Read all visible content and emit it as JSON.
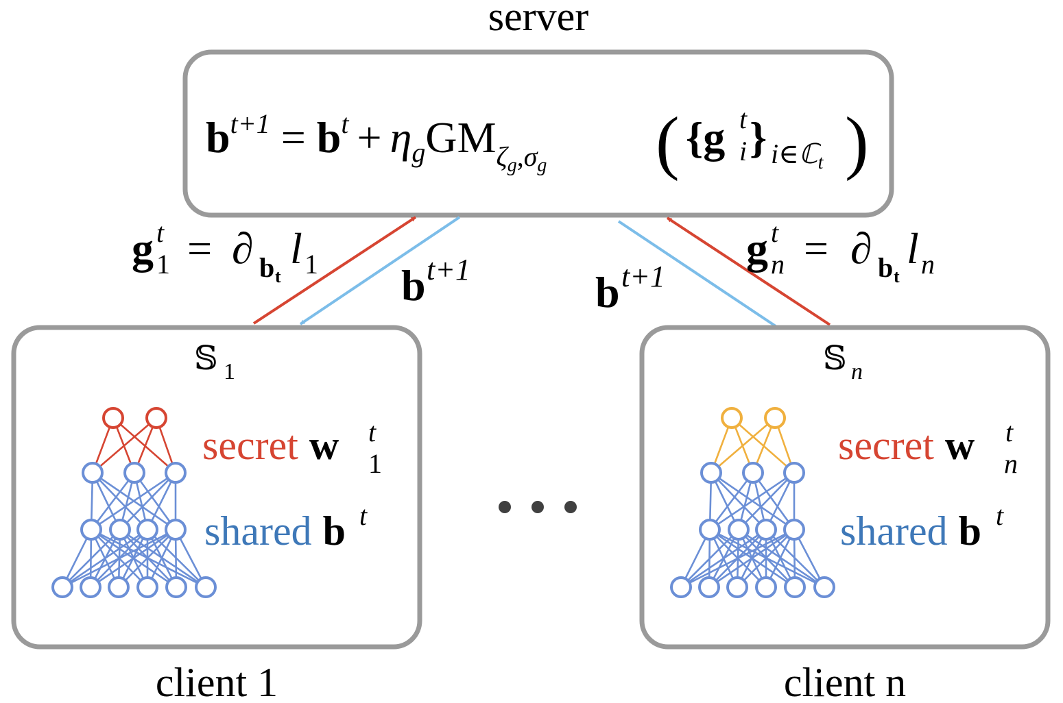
{
  "server": {
    "title": "server",
    "update_rule": {
      "b": "b",
      "t_plus_1": "t+1",
      "eq": "=",
      "b2": "b",
      "t": "t",
      "plus": "+",
      "eta": "η",
      "eta_sub": "g",
      "gm": "GM",
      "gm_sub": "ζ",
      "gm_sub_g1": "g",
      "gm_sub_comma": ",",
      "gm_sub_sigma": "σ",
      "gm_sub_g2": "g",
      "lparen": "(",
      "lbrace": "{",
      "g": "g",
      "g_sup": "t",
      "g_sub": "i",
      "rbrace": "}",
      "set_sub": "i∈ℂ",
      "set_sub_t": "t",
      "rparen": ")"
    }
  },
  "arrows": {
    "left_up": {
      "g": "g",
      "sup": "t",
      "sub": "1",
      "eq": "=",
      "partial": "∂",
      "partial_sub_b": "b",
      "partial_sub_t": "t",
      "l": "l",
      "l_sub": "1"
    },
    "left_down": {
      "b": "b",
      "sup": "t+1"
    },
    "right_down": {
      "b": "b",
      "sup": "t+1"
    },
    "right_up": {
      "g": "g",
      "sup": "t",
      "sub": "n",
      "eq": "=",
      "partial": "∂",
      "partial_sub_b": "b",
      "partial_sub_t": "t",
      "l": "l",
      "l_sub": "n"
    }
  },
  "clients": [
    {
      "name": "client 1",
      "dataset": "𝕊",
      "dataset_sub": "1",
      "secret_label": "secret",
      "secret_var": "w",
      "secret_sup": "t",
      "secret_sub": "1",
      "shared_label": "shared",
      "shared_var": "b",
      "shared_sup": "t"
    },
    {
      "name": "client n",
      "dataset": "𝕊",
      "dataset_sub": "n",
      "secret_label": "secret",
      "secret_var": "w",
      "secret_sup": "t",
      "secret_sub": "n",
      "shared_label": "shared",
      "shared_var": "b",
      "shared_sup": "t"
    }
  ],
  "ellipsis": "• • •",
  "colors": {
    "box_border": "#9a9a9a",
    "upload_arrow": "#d64532",
    "download_arrow": "#7cbde9",
    "secret_text": "#d64532",
    "shared_text": "#3e78b8",
    "net_blue": "#6b8fd6",
    "secret_nodes_client1": "#d64532",
    "secret_nodes_clientn": "#f0b03e"
  }
}
